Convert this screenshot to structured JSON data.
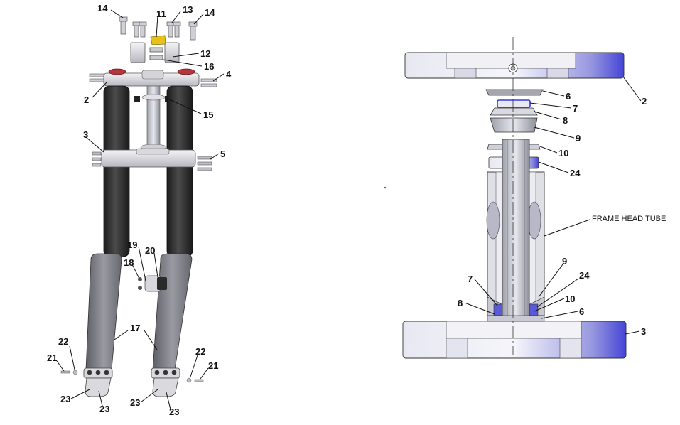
{
  "left_diagram": {
    "callouts": [
      "14",
      "11",
      "13",
      "14",
      "12",
      "16",
      "4",
      "2",
      "15",
      "3",
      "5",
      "19",
      "20",
      "18",
      "17",
      "22",
      "21",
      "22",
      "21",
      "23",
      "23",
      "23",
      "23"
    ]
  },
  "right_diagram": {
    "callouts": [
      "2",
      "6",
      "7",
      "8",
      "9",
      "10",
      "24",
      "9",
      "24",
      "7",
      "8",
      "10",
      "6",
      "3"
    ],
    "frame_label": "FRAME HEAD TUBE"
  },
  "colors": {
    "fork_tube": "#2e2e2e",
    "lower_leg": "#7f7f85",
    "clamp": "#d9d9de",
    "bearing_blue": "#3a3ae0",
    "cap_red": "#b3373d",
    "tag_yellow": "#e6c21a"
  }
}
